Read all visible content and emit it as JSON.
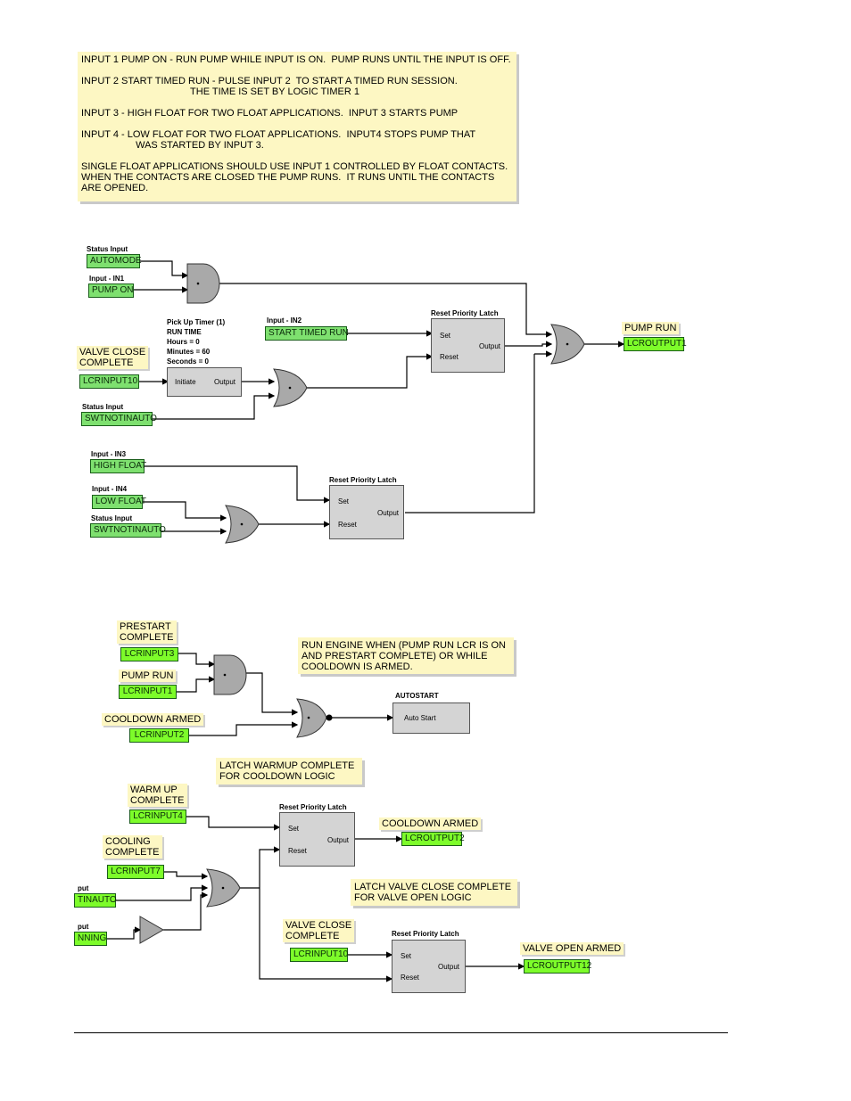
{
  "notes": {
    "description": "INPUT 1 PUMP ON - RUN PUMP WHILE INPUT IS ON.  PUMP RUNS UNTIL THE INPUT IS OFF.\n\nINPUT 2 START TIMED RUN - PULSE INPUT 2  TO START A TIMED RUN SESSION.\n                                        THE TIME IS SET BY LOGIC TIMER 1\n\nINPUT 3 - HIGH FLOAT FOR TWO FLOAT APPLICATIONS.  INPUT 3 STARTS PUMP\n\nINPUT 4 - LOW FLOAT FOR TWO FLOAT APPLICATIONS.  INPUT4 STOPS PUMP THAT\n                    WAS STARTED BY INPUT 3.\n\nSINGLE FLOAT APPLICATIONS SHOULD USE INPUT 1 CONTROLLED BY FLOAT CONTACTS.\nWHEN THE CONTACTS ARE CLOSED THE PUMP RUNS.  IT RUNS UNTIL THE CONTACTS\nARE OPENED.",
    "run_engine": "RUN ENGINE WHEN (PUMP RUN LCR IS ON\nAND PRESTART COMPLETE) OR WHILE\nCOOLDOWN IS ARMED.",
    "latch_warmup": "LATCH WARMUP COMPLETE\nFOR COOLDOWN LOGIC",
    "latch_valve": "LATCH VALVE CLOSE COMPLETE\nFOR VALVE OPEN LOGIC"
  },
  "d1": {
    "status_input_1": "Status Input",
    "automode": "AUTOMODE",
    "input_in1": "Input - IN1",
    "pump_on": "PUMP ON",
    "timer_title": "Pick Up Timer (1)\nRUN TIME\nHours = 0\nMinutes = 60\nSeconds = 0",
    "input_in2": "Input - IN2",
    "start_timed_run": "START TIMED RUN",
    "latch_title_1": "Reset Priority Latch",
    "valve_close_label": "VALVE CLOSE\nCOMPLETE",
    "lcrinput10": "LCRINPUT10",
    "initiate": "Initiate",
    "output": "Output",
    "set": "Set",
    "reset": "Reset",
    "status_input_2": "Status Input",
    "swtnotinauto": "SWTNOTINAUTO",
    "pump_run_label": "PUMP RUN",
    "lcroutput1": "LCROUTPUT1",
    "input_in3": "Input - IN3",
    "high_float": "HIGH FLOAT",
    "input_in4": "Input - IN4",
    "low_float": "LOW FLOAT",
    "status_input_3": "Status Input",
    "swtnotinauto_2": "SWTNOTINAUTO",
    "latch_title_2": "Reset Priority Latch"
  },
  "d2": {
    "prestart_label": "PRESTART\nCOMPLETE",
    "lcrinput3": "LCRINPUT3",
    "pump_run_label": "PUMP RUN",
    "lcrinput1": "LCRINPUT1",
    "cooldown_armed_label": "COOLDOWN ARMED",
    "lcrinput2": "LCRINPUT2",
    "autostart_title": "AUTOSTART",
    "auto_start": "Auto Start"
  },
  "d3": {
    "warmup_label": "WARM UP\nCOMPLETE",
    "lcrinput4": "LCRINPUT4",
    "latch_title": "Reset Priority Latch",
    "cooldown_armed_label": "COOLDOWN ARMED",
    "lcroutput2": "LCROUTPUT2",
    "cooling_label": "COOLING\nCOMPLETE",
    "lcrinput7": "LCRINPUT7",
    "put1": "put",
    "tinauto": "TINAUTO",
    "put2": "put",
    "nning": "NNING",
    "valve_close_label": "VALVE CLOSE\nCOMPLETE",
    "lcrinput10": "LCRINPUT10",
    "latch_title_2": "Reset Priority Latch",
    "valve_open_armed_label": "VALVE OPEN ARMED",
    "lcroutput12": "LCROUTPUT12"
  },
  "colors": {
    "note_bg": "#fdf7c3",
    "input_green": "#7ee06f",
    "output_green": "#7dfc2a",
    "block_gray": "#d4d4d4"
  }
}
